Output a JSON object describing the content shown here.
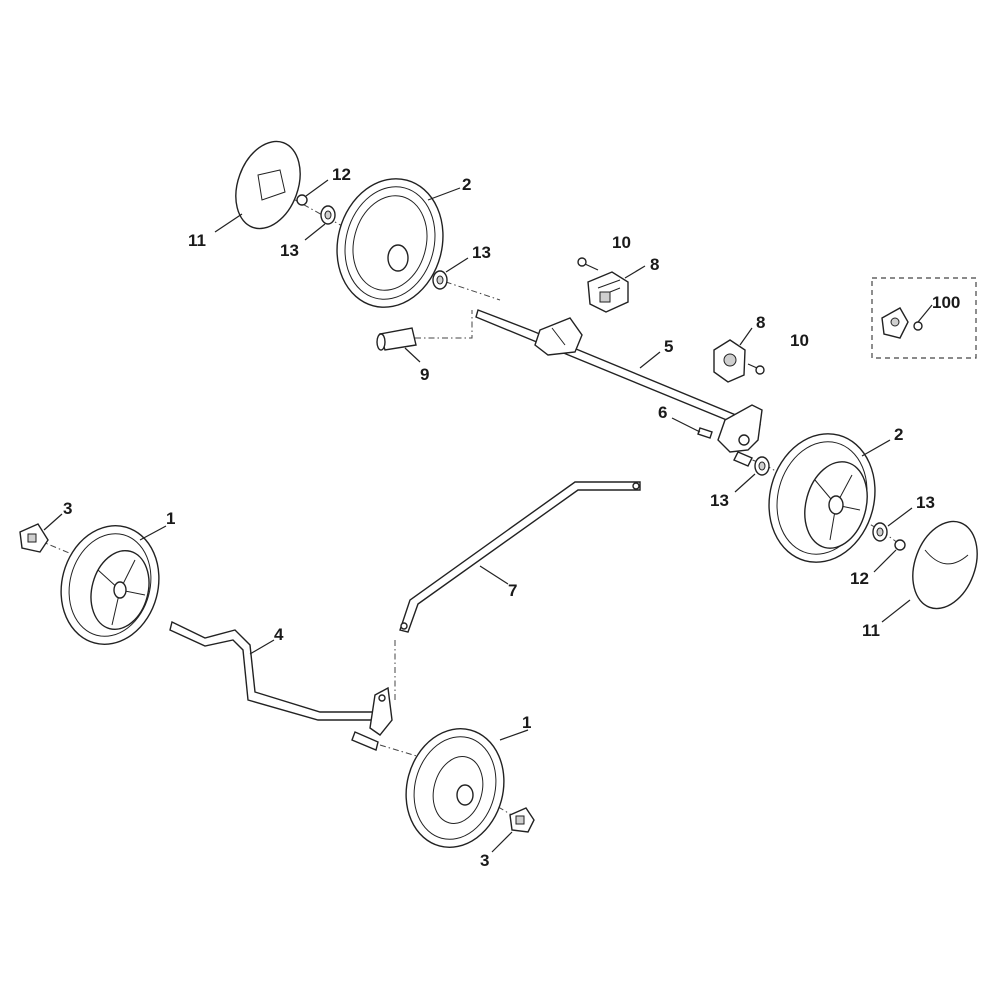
{
  "callouts": [
    {
      "id": "c11a",
      "text": "11"
    },
    {
      "id": "c12a",
      "text": "12"
    },
    {
      "id": "c13a",
      "text": "13"
    },
    {
      "id": "c2a",
      "text": "2"
    },
    {
      "id": "c13b",
      "text": "13"
    },
    {
      "id": "c10a",
      "text": "10"
    },
    {
      "id": "c8a",
      "text": "8"
    },
    {
      "id": "c9",
      "text": "9"
    },
    {
      "id": "c8b",
      "text": "8"
    },
    {
      "id": "c10b",
      "text": "10"
    },
    {
      "id": "c5",
      "text": "5"
    },
    {
      "id": "c100",
      "text": "100"
    },
    {
      "id": "c6",
      "text": "6"
    },
    {
      "id": "c2b",
      "text": "2"
    },
    {
      "id": "c13c",
      "text": "13"
    },
    {
      "id": "c13d",
      "text": "13"
    },
    {
      "id": "c12b",
      "text": "12"
    },
    {
      "id": "c11b",
      "text": "11"
    },
    {
      "id": "c3a",
      "text": "3"
    },
    {
      "id": "c1a",
      "text": "1"
    },
    {
      "id": "c7",
      "text": "7"
    },
    {
      "id": "c4",
      "text": "4"
    },
    {
      "id": "c1b",
      "text": "1"
    },
    {
      "id": "c3b",
      "text": "3"
    }
  ]
}
